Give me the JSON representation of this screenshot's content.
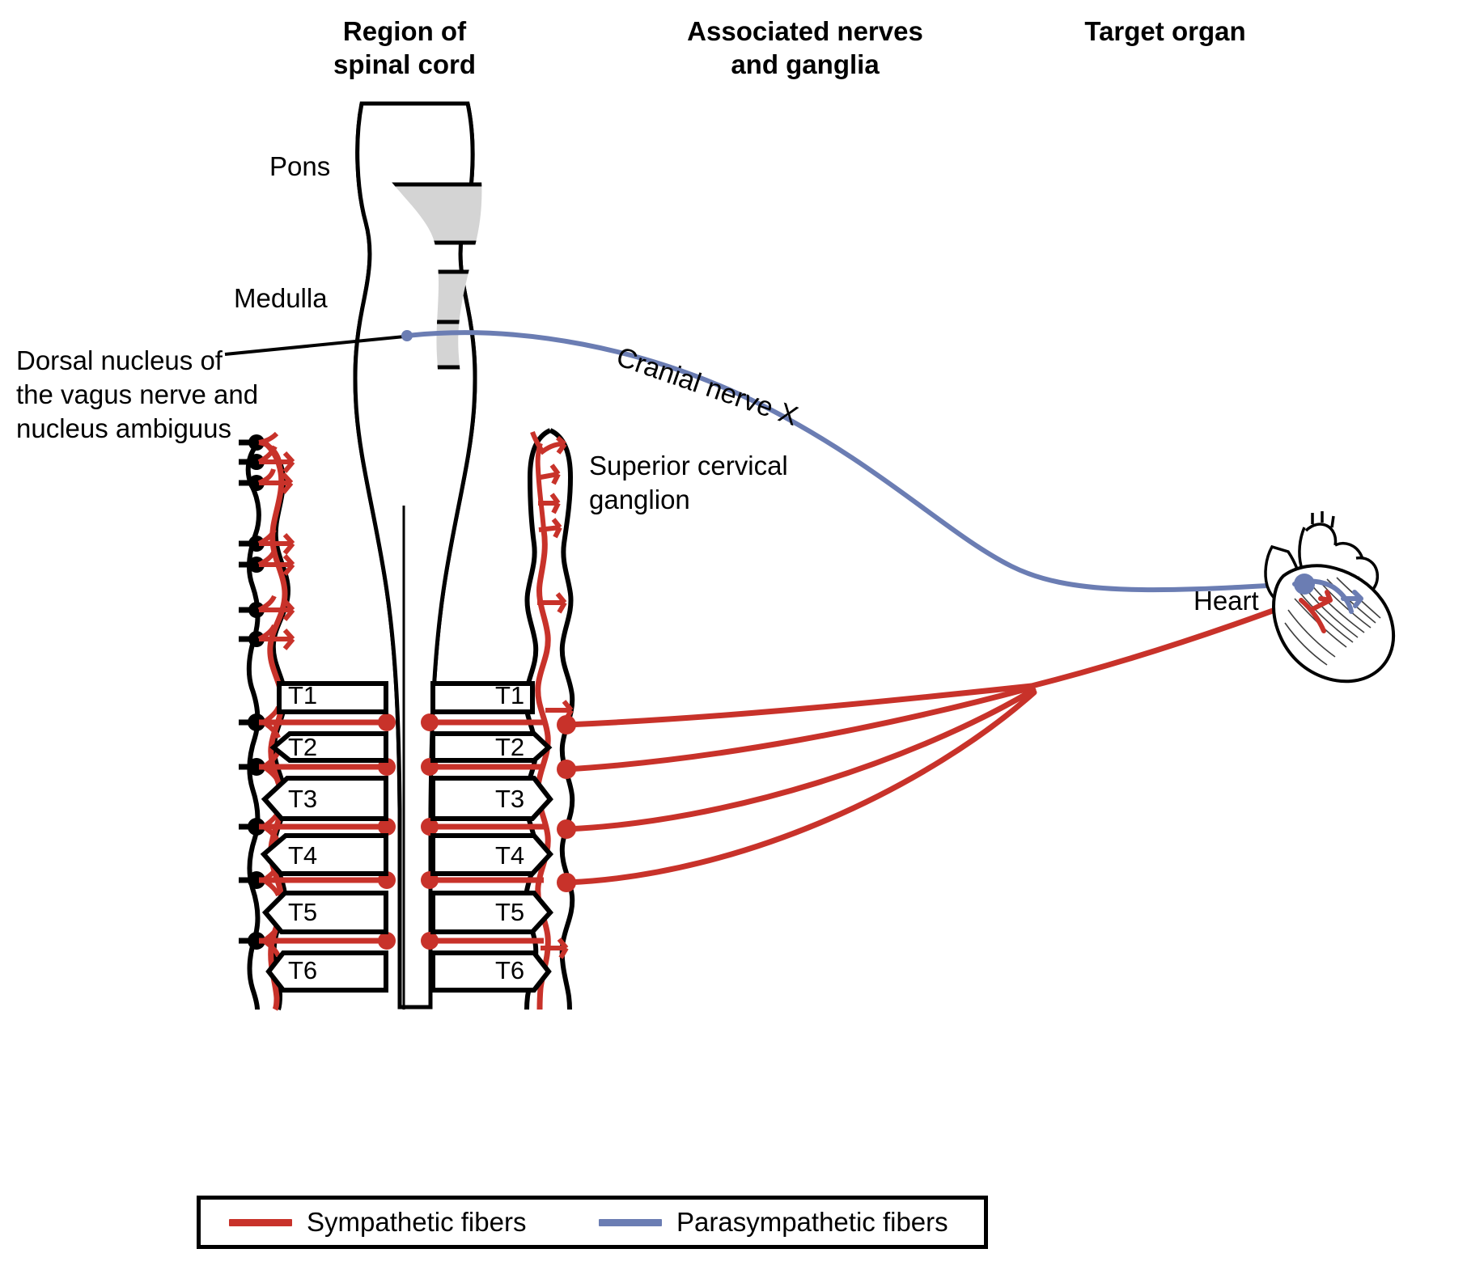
{
  "headers": [
    {
      "id": "region-of-spinal-cord",
      "text": "Region of\nspinal cord"
    },
    {
      "id": "associated-nerves-and-ganglia",
      "text": "Associated nerves\nand ganglia"
    },
    {
      "id": "target-organ",
      "text": "Target organ"
    }
  ],
  "labels": {
    "pons": "Pons",
    "medulla": "Medulla",
    "dorsal_nucleus": "Dorsal nucleus of\nthe vagus nerve and\nnucleus ambiguus",
    "cranial_nerve": "Cranial nerve X",
    "superior_cervical_ganglion": "Superior cervical\nganglion",
    "heart": "Heart"
  },
  "spinal_segments_left": [
    "T1",
    "T2",
    "T3",
    "T4",
    "T5",
    "T6"
  ],
  "spinal_segments_right": [
    "T1",
    "T2",
    "T3",
    "T4",
    "T5",
    "T6"
  ],
  "legend": {
    "items": [
      {
        "label": "Sympathetic fibers",
        "color": "#C8322A"
      },
      {
        "label": "Parasympathetic fibers",
        "color": "#6B7DB3"
      }
    ]
  },
  "colors": {
    "sympathetic": "#C8322A",
    "parasympathetic": "#6B7DB3",
    "outline": "#000000",
    "brainstem_fill": "#D4D4D4",
    "background": "#FFFFFF"
  }
}
